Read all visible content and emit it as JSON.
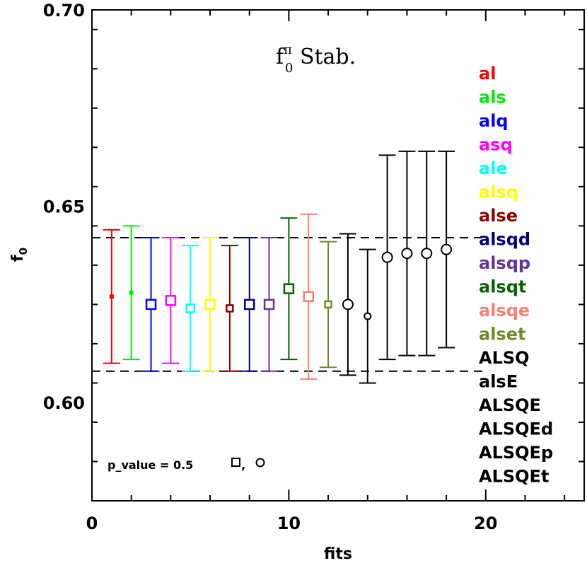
{
  "chart_data": {
    "type": "scatter",
    "title_main": "f",
    "title_sub": "0",
    "title_sup": "π",
    "title_rest": " Stab.",
    "xlabel": "fits",
    "ylabel_main": "f",
    "ylabel_sub": "0",
    "xlim": [
      0,
      25
    ],
    "ylim": [
      0.575,
      0.7
    ],
    "xticks": [
      0,
      10,
      20
    ],
    "yticks": [
      0.6,
      0.65,
      0.7
    ],
    "xtick_labels": [
      "0",
      "10",
      "20"
    ],
    "ytick_labels": [
      "0.60",
      "0.65",
      "0.70"
    ],
    "reference_lines": [
      0.642,
      0.608
    ],
    "points": [
      {
        "x": 1,
        "y": 0.627,
        "lo": 0.61,
        "hi": 0.644,
        "marker": "square",
        "size": "tiny",
        "color": "#ff0000"
      },
      {
        "x": 2,
        "y": 0.628,
        "lo": 0.611,
        "hi": 0.645,
        "marker": "square",
        "size": "tiny",
        "color": "#00ee00"
      },
      {
        "x": 3,
        "y": 0.625,
        "lo": 0.608,
        "hi": 0.642,
        "marker": "square",
        "size": "large",
        "color": "#0000ff"
      },
      {
        "x": 4,
        "y": 0.626,
        "lo": 0.61,
        "hi": 0.642,
        "marker": "square",
        "size": "large",
        "color": "#ff00ff"
      },
      {
        "x": 5,
        "y": 0.624,
        "lo": 0.608,
        "hi": 0.64,
        "marker": "square",
        "size": "medium",
        "color": "#00ffff"
      },
      {
        "x": 6,
        "y": 0.625,
        "lo": 0.608,
        "hi": 0.642,
        "marker": "square",
        "size": "large",
        "color": "#ffff00"
      },
      {
        "x": 7,
        "y": 0.624,
        "lo": 0.608,
        "hi": 0.64,
        "marker": "square",
        "size": "small",
        "color": "#8b0000"
      },
      {
        "x": 8,
        "y": 0.625,
        "lo": 0.608,
        "hi": 0.642,
        "marker": "square",
        "size": "large",
        "color": "#000080"
      },
      {
        "x": 9,
        "y": 0.625,
        "lo": 0.608,
        "hi": 0.642,
        "marker": "square",
        "size": "large",
        "color": "#663399"
      },
      {
        "x": 10,
        "y": 0.629,
        "lo": 0.611,
        "hi": 0.647,
        "marker": "square",
        "size": "large",
        "color": "#006400"
      },
      {
        "x": 11,
        "y": 0.627,
        "lo": 0.606,
        "hi": 0.648,
        "marker": "square",
        "size": "large",
        "color": "#fa8072"
      },
      {
        "x": 12,
        "y": 0.625,
        "lo": 0.609,
        "hi": 0.641,
        "marker": "square",
        "size": "small",
        "color": "#6b8e23"
      },
      {
        "x": 13,
        "y": 0.625,
        "lo": 0.607,
        "hi": 0.643,
        "marker": "circle",
        "size": "large",
        "color": "#000000"
      },
      {
        "x": 14,
        "y": 0.622,
        "lo": 0.605,
        "hi": 0.639,
        "marker": "circle",
        "size": "small",
        "color": "#000000"
      },
      {
        "x": 15,
        "y": 0.637,
        "lo": 0.611,
        "hi": 0.663,
        "marker": "circle",
        "size": "large",
        "color": "#000000"
      },
      {
        "x": 16,
        "y": 0.638,
        "lo": 0.612,
        "hi": 0.664,
        "marker": "circle",
        "size": "large",
        "color": "#000000"
      },
      {
        "x": 17,
        "y": 0.638,
        "lo": 0.612,
        "hi": 0.664,
        "marker": "circle",
        "size": "large",
        "color": "#000000"
      },
      {
        "x": 18,
        "y": 0.639,
        "lo": 0.614,
        "hi": 0.664,
        "marker": "circle",
        "size": "large",
        "color": "#000000"
      }
    ],
    "legend": [
      {
        "label": "al",
        "color": "#ff0000"
      },
      {
        "label": "als",
        "color": "#00ee00"
      },
      {
        "label": "alq",
        "color": "#0000ff"
      },
      {
        "label": "asq",
        "color": "#ff00ff"
      },
      {
        "label": "ale",
        "color": "#00ffff"
      },
      {
        "label": "alsq",
        "color": "#ffff00"
      },
      {
        "label": "alse",
        "color": "#8b0000"
      },
      {
        "label": "alsqd",
        "color": "#000080"
      },
      {
        "label": "alsqp",
        "color": "#663399"
      },
      {
        "label": "alsqt",
        "color": "#006400"
      },
      {
        "label": "alsqe",
        "color": "#fa8072"
      },
      {
        "label": "alset",
        "color": "#6b8e23"
      },
      {
        "label": "ALSQ",
        "color": "#000000"
      },
      {
        "label": "alsE",
        "color": "#000000"
      },
      {
        "label": "ALSQE",
        "color": "#000000"
      },
      {
        "label": "ALSQEd",
        "color": "#000000"
      },
      {
        "label": "ALSQEp",
        "color": "#000000"
      },
      {
        "label": "ALSQEt",
        "color": "#000000"
      }
    ],
    "legend_position": "right",
    "annotation": "p_value = 0.5",
    "annotation_sep": ","
  }
}
